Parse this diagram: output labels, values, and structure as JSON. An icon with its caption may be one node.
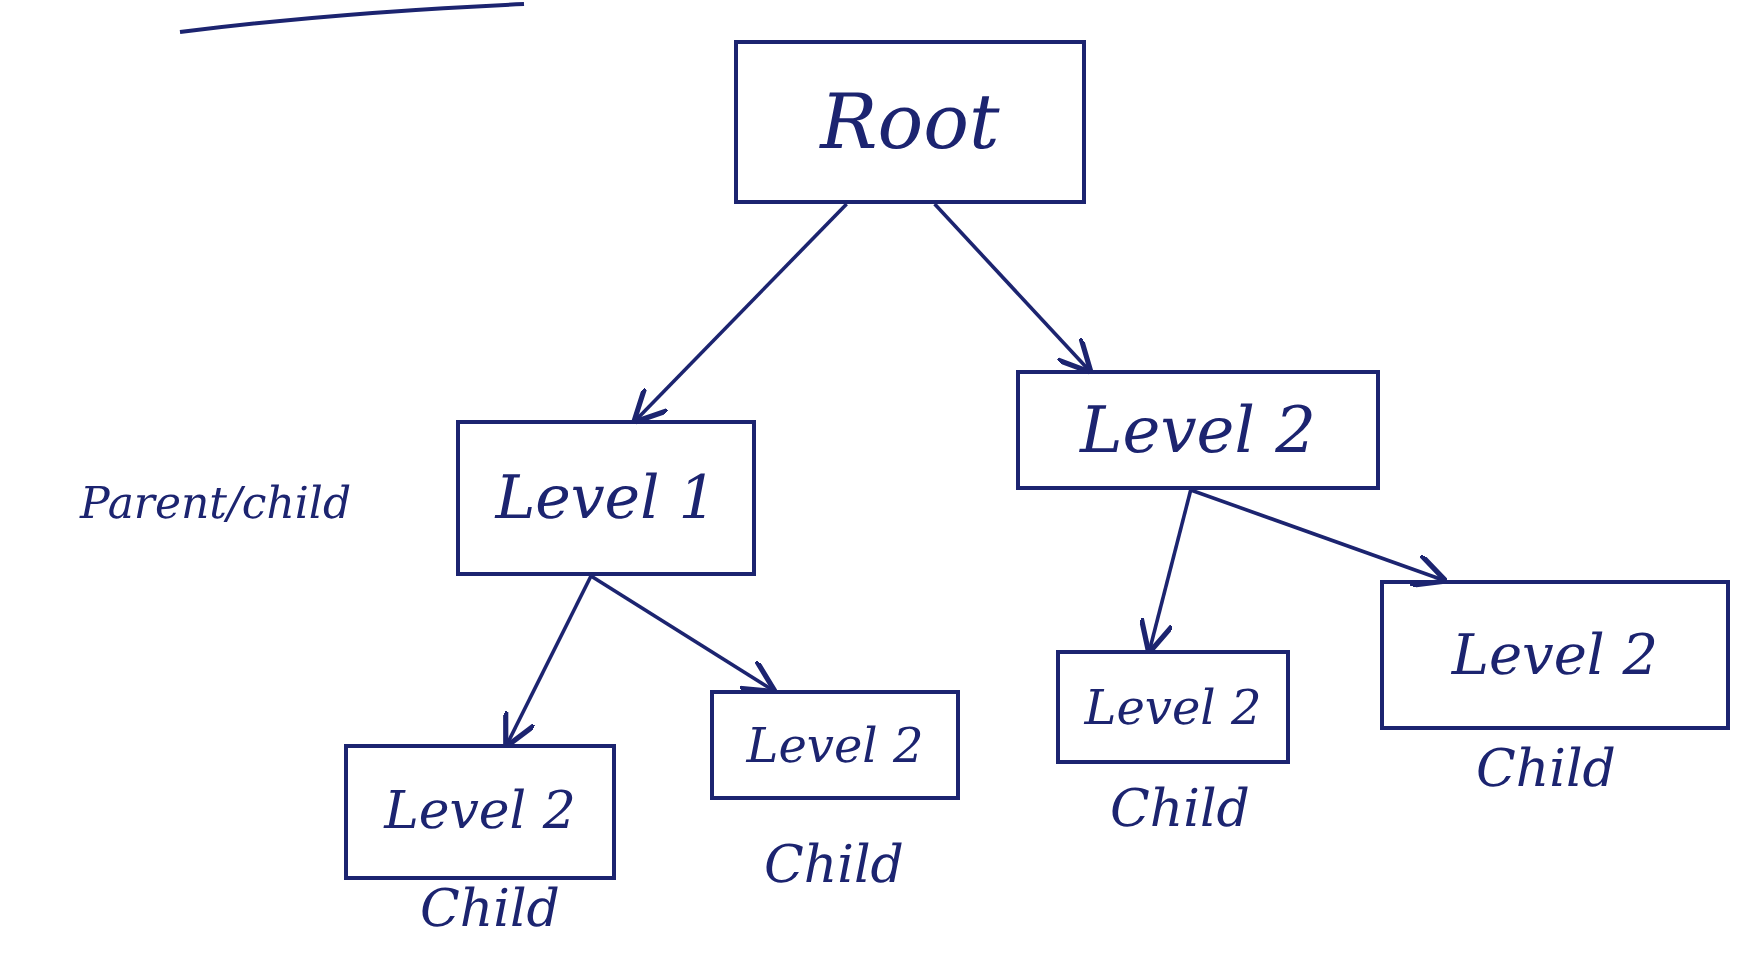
{
  "diagram": {
    "nodes": [
      {
        "text": [
          "Root"
        ]
      },
      {
        "text": [
          "Level 1"
        ],
        "beside": [
          "Parent/child"
        ]
      },
      {
        "text": [
          "Level 2"
        ]
      },
      {
        "text": [
          "Level 2"
        ],
        "beside": [
          "Child"
        ]
      },
      {
        "text": [
          "Level 2"
        ],
        "beside": [
          "Child"
        ]
      },
      {
        "text": [
          "Level 2"
        ],
        "beside": [
          "Child"
        ]
      },
      {
        "text": [
          "Level 2"
        ],
        "beside": [
          "Child"
        ]
      }
    ],
    "edges": [
      {
        "from": 0,
        "to": 1,
        "arrow": "to"
      },
      {
        "from": 0,
        "to": 2,
        "arrow": "to"
      },
      {
        "from": 1,
        "to": 3,
        "arrow": "to"
      },
      {
        "from": 1,
        "to": 4,
        "arrow": "to"
      },
      {
        "from": 2,
        "to": 5,
        "arrow": "to"
      },
      {
        "from": 2,
        "to": 6,
        "arrow": "to"
      }
    ]
  }
}
